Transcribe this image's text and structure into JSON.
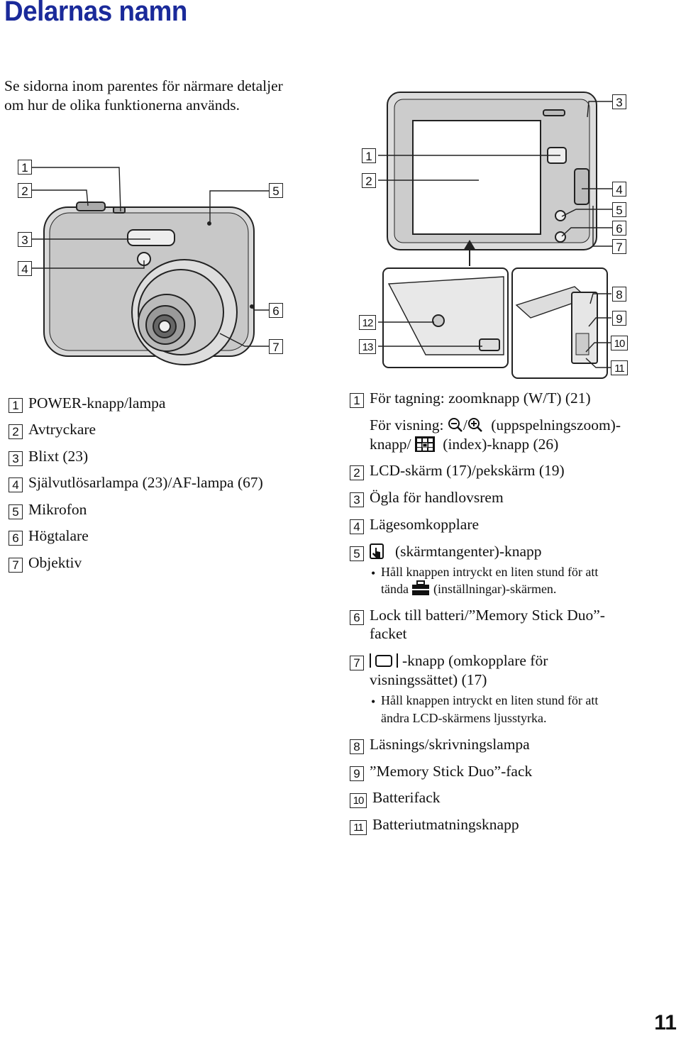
{
  "title": "Delarnas namn",
  "intro": "Se sidorna inom parentes för närmare detaljer om hur de olika funktionerna används.",
  "front_labels": [
    "1",
    "2",
    "3",
    "4",
    "5",
    "6",
    "7"
  ],
  "back_labels": [
    "1",
    "2",
    "3",
    "4",
    "5",
    "6",
    "7",
    "8",
    "9",
    "10",
    "11",
    "12",
    "13"
  ],
  "left_list": [
    {
      "n": "1",
      "text": "POWER-knapp/lampa"
    },
    {
      "n": "2",
      "text": "Avtryckare"
    },
    {
      "n": "3",
      "text": "Blixt (23)"
    },
    {
      "n": "4",
      "text": "Självutlösarlampa (23)/AF-lampa (67)"
    },
    {
      "n": "5",
      "text": "Mikrofon"
    },
    {
      "n": "6",
      "text": "Högtalare"
    },
    {
      "n": "7",
      "text": "Objektiv"
    }
  ],
  "right_list": {
    "item1": {
      "n": "1",
      "line1": "För tagning: zoomknapp (W/T) (21)",
      "line2a": "För visning:",
      "line2b": "(uppspelningszoom)-",
      "line3a": "knapp/",
      "line3b": "(index)-knapp (26)"
    },
    "item2": {
      "n": "2",
      "text": "LCD-skärm (17)/pekskärm (19)"
    },
    "item3": {
      "n": "3",
      "text": "Ögla för handlovsrem"
    },
    "item4": {
      "n": "4",
      "text": "Lägesomkopplare"
    },
    "item5": {
      "n": "5",
      "text": "(skärmtangenter)-knapp",
      "note1": "Håll knappen intryckt en liten stund för att",
      "note2a": "tända",
      "note2b": "(inställningar)-skärmen."
    },
    "item6": {
      "n": "6",
      "line1": "Lock till batteri/”Memory Stick Duo”-",
      "line2": "facket"
    },
    "item7": {
      "n": "7",
      "line1": "-knapp (omkopplare för",
      "line2": "visningssättet) (17)",
      "note1": "Håll knappen intryckt en liten stund för att",
      "note2": "ändra LCD-skärmens ljusstyrka."
    },
    "item8": {
      "n": "8",
      "text": "Läsnings/skrivningslampa"
    },
    "item9": {
      "n": "9",
      "text": "”Memory Stick Duo”-fack"
    },
    "item10": {
      "n": "10",
      "text": "Batterifack"
    },
    "item11": {
      "n": "11",
      "text": "Batteriutmatningsknapp"
    }
  },
  "bullet": "•",
  "page_number": "11"
}
